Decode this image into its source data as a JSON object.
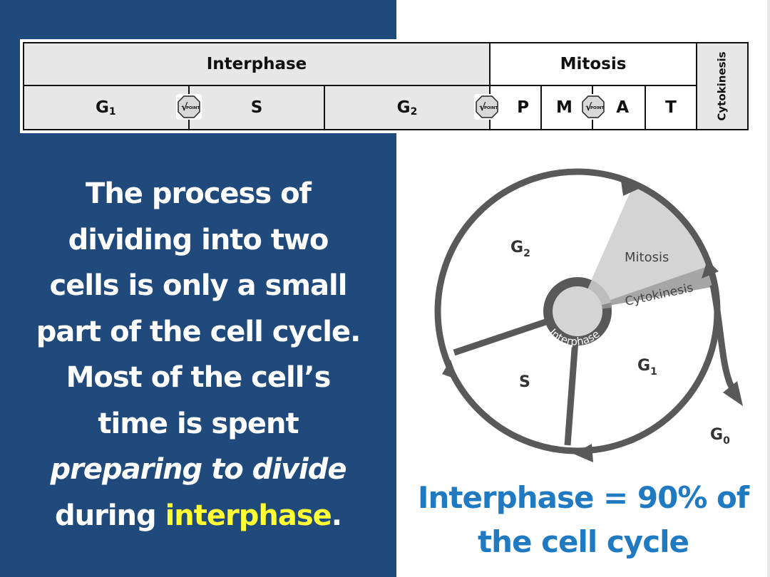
{
  "table": {
    "interphase": "Interphase",
    "mitosis": "Mitosis",
    "cytokinesis": "Cytokinesis",
    "g1": {
      "letter": "G",
      "sub": "1"
    },
    "s": "S",
    "g2": {
      "letter": "G",
      "sub": "2"
    },
    "p": "P",
    "m": "M",
    "a": "A",
    "t": "T",
    "checkpoint_label": "POINT"
  },
  "main_text": {
    "line1": "The process of",
    "line2": "dividing into two",
    "line3": "cells is only a small",
    "line4": "part of the cell cycle.",
    "line5": "Most of the cell’s",
    "line6": "time is spent",
    "line7": "preparing to divide",
    "line8_prefix": "during ",
    "line8_highlight": "interphase",
    "line8_suffix": "."
  },
  "diagram": {
    "g2": {
      "letter": "G",
      "sub": "2"
    },
    "mitosis": "Mitosis",
    "cytokinesis": "Cytokinesis",
    "interphase": "Interphase",
    "s": "S",
    "g1": {
      "letter": "G",
      "sub": "1"
    },
    "g0": {
      "letter": "G",
      "sub": "0"
    }
  },
  "caption": {
    "line1": "Interphase = 90% of",
    "line2": "the cell cycle"
  },
  "colors": {
    "panel": "#214a7c",
    "highlight": "#ffff33",
    "caption": "#1f7ac2",
    "diagram_ring": "#595959"
  }
}
